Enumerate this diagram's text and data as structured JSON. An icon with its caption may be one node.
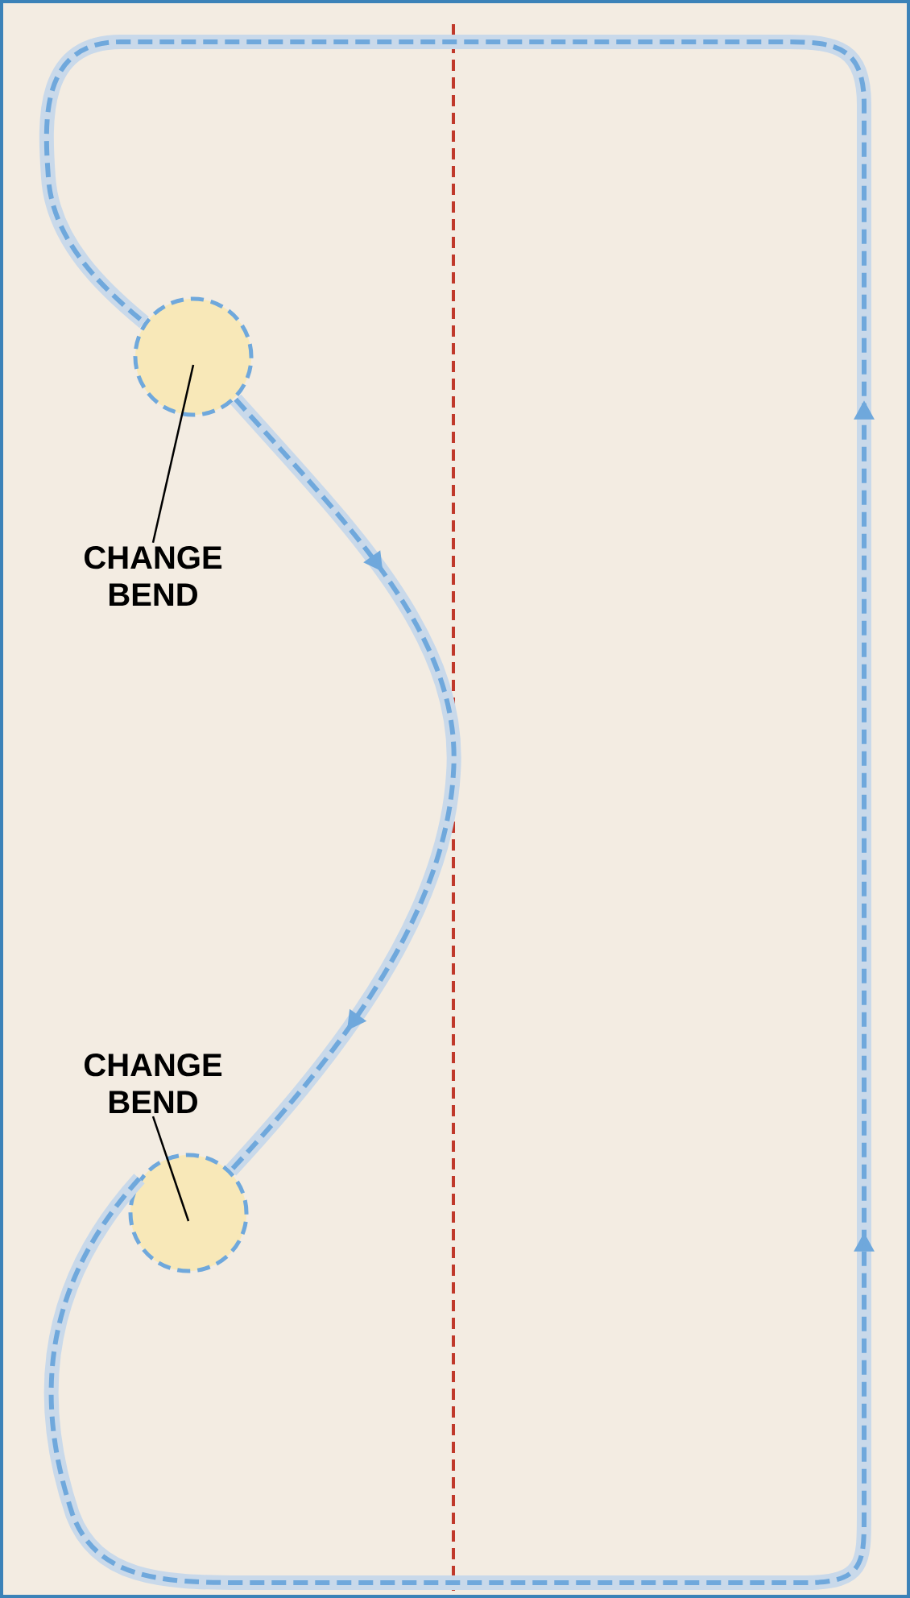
{
  "diagram": {
    "nodes": [
      {
        "text": [],
        "shape": "circle"
      },
      {
        "text": [
          "CHANGE BEND"
        ]
      },
      {
        "text": [
          "CHANGE BEND"
        ]
      },
      {
        "text": [],
        "shape": "circle"
      }
    ],
    "edges": [
      {
        "from": 1,
        "to": 0,
        "arrow": "none"
      },
      {
        "from": 2,
        "to": 3,
        "arrow": "none"
      },
      {
        "from": 0,
        "to": 3,
        "arrow": "to",
        "style": "thick",
        "color": "#c9d9ea"
      },
      {
        "from": 3,
        "to": 0,
        "arrow": "to",
        "style": "thick",
        "color": "#c9d9ea"
      }
    ]
  }
}
